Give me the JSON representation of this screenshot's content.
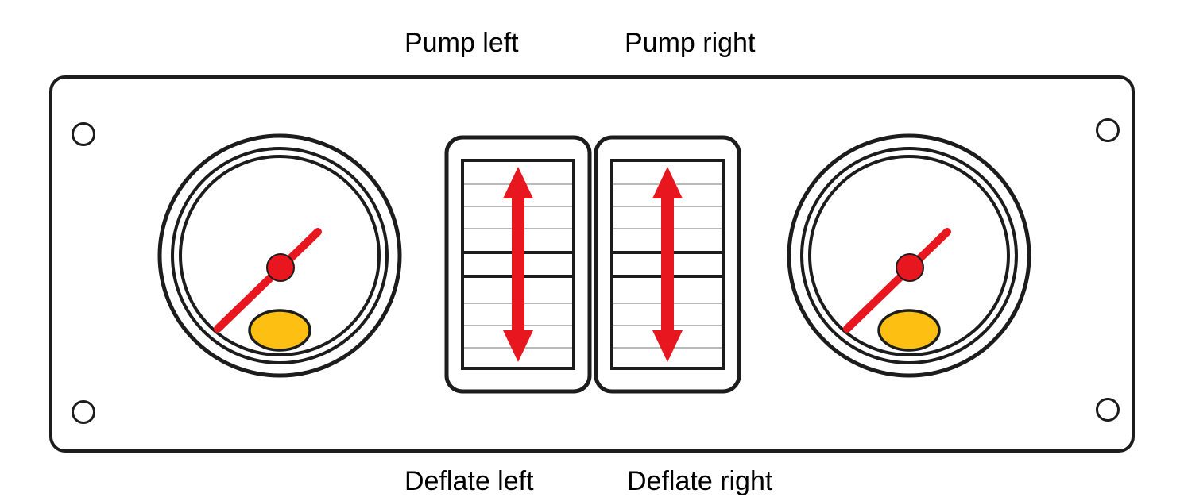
{
  "labels": {
    "pump_left": "Pump left",
    "pump_right": "Pump right",
    "deflate_left": "Deflate left",
    "deflate_right": "Deflate right"
  },
  "switches": [
    {
      "id": "left",
      "up_action": "Pump left",
      "down_action": "Deflate left"
    },
    {
      "id": "right",
      "up_action": "Pump right",
      "down_action": "Deflate right"
    }
  ],
  "gauges": [
    {
      "id": "left",
      "indicator": "yellow-lamp",
      "needle": "red"
    },
    {
      "id": "right",
      "indicator": "yellow-lamp",
      "needle": "red"
    }
  ],
  "colors": {
    "outline": "#1c1c1c",
    "arrow_red": "#e8171f",
    "lamp_yellow": "#fcbf12",
    "ridge_gray": "#b9b9b9",
    "background": "#ffffff"
  }
}
